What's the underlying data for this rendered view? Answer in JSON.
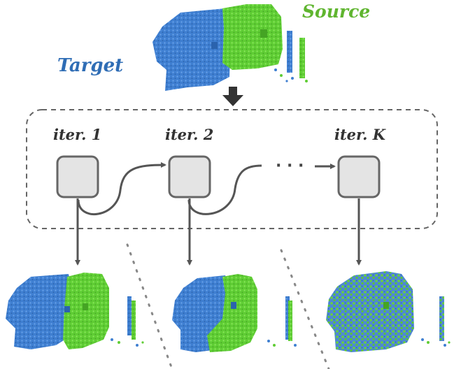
{
  "labels": {
    "target": "Target",
    "source": "Source",
    "iter_1": "iter. 1",
    "iter_2": "iter. 2",
    "iter_k": "iter. K",
    "ellipsis": "· · ·"
  },
  "colors": {
    "target": "#2f6db5",
    "target_cloud": "#4a86d8",
    "source": "#5fb52f",
    "source_cloud": "#6fd83a",
    "arrow": "#555555",
    "box_fill": "#e4e4e4",
    "box_stroke": "#666666",
    "dashed_frame": "#666666"
  },
  "icons": {
    "input_cloud": "point-cloud-pair-unaligned",
    "result_1": "point-cloud-pair-partially-aligned",
    "result_2": "point-cloud-pair-mostly-aligned",
    "result_k": "point-cloud-pair-fully-aligned"
  }
}
